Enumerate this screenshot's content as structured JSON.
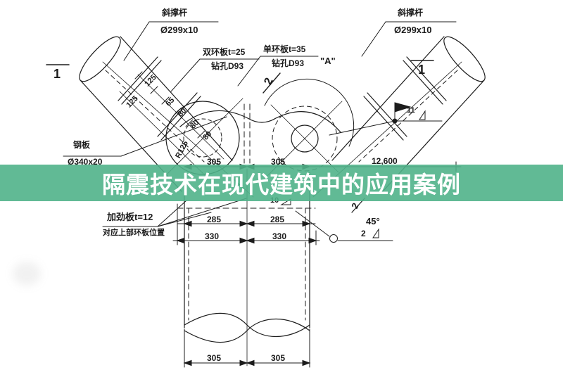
{
  "banner": {
    "title": "隔震技术在现代建筑中的应用案例",
    "bg_color": "#50b28a",
    "text_color": "#ffffff"
  },
  "drawing": {
    "line_color": "#1c1c1c",
    "labels": {
      "left_member_name": "斜撑杆",
      "left_member_spec": "Ø299x10",
      "right_member_name": "斜撑杆",
      "right_member_spec": "Ø299x10",
      "double_ring_line1": "双环板t=25",
      "double_ring_line2": "钻孔D93",
      "single_ring_line1": "单环板t=35",
      "single_ring_line2": "钻孔D93",
      "single_ring_mark": "\"A\"",
      "plate_name": "钢板",
      "plate_spec": "Ø340x20",
      "stiffener_line1": "加劲板t=12",
      "stiffener_line2": "对应上部环板位置",
      "section_mark_left": "1",
      "section_mark_right": "1",
      "cut_mark_top": "2",
      "cut_mark_bottom": "2",
      "weld_flag_size": "11",
      "weld_plate_size": "10",
      "weld_angle": "45°",
      "weld_angle_size": "2",
      "elevation": "12,600"
    },
    "dimensions": {
      "pipe_chain": [
        "125",
        "125",
        "65",
        "80",
        "80",
        "80"
      ],
      "radius": "R125",
      "top": [
        "305",
        "305"
      ],
      "upper": [
        "285",
        "285"
      ],
      "middle": [
        "330",
        "330"
      ],
      "bottom": [
        "305",
        "305"
      ]
    }
  }
}
